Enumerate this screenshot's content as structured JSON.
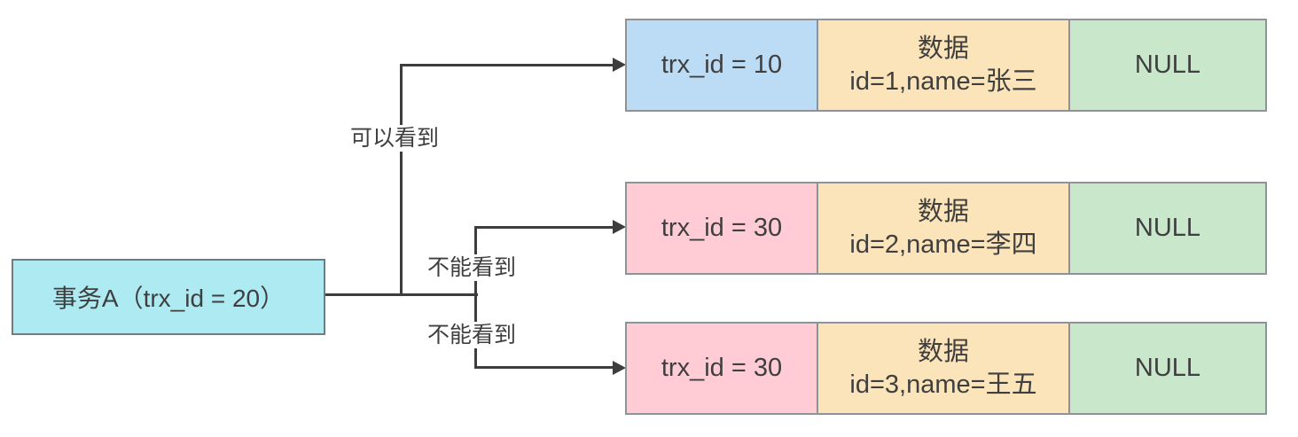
{
  "diagram": {
    "transaction": {
      "label": "事务A（trx_id = 20）",
      "fill": "#aeeaf2"
    },
    "edges": [
      {
        "label": "可以看到",
        "to_row": 1
      },
      {
        "label": "不能看到",
        "to_row": 2
      },
      {
        "label": "不能看到",
        "to_row": 3
      }
    ],
    "version_rows": [
      {
        "trx_id": "trx_id = 10",
        "data_title": "数据",
        "data_value": "id=1,name=张三",
        "roll_pointer": "NULL",
        "trx_fill": "#bcdcf5"
      },
      {
        "trx_id": "trx_id = 30",
        "data_title": "数据",
        "data_value": "id=2,name=李四",
        "roll_pointer": "NULL",
        "trx_fill": "#ffccd5"
      },
      {
        "trx_id": "trx_id = 30",
        "data_title": "数据",
        "data_value": "id=3,name=王五",
        "roll_pointer": "NULL",
        "trx_fill": "#ffccd5"
      }
    ],
    "colors": {
      "transaction_box": "#aeeaf2",
      "visible_version_cell": "#bcdcf5",
      "invisible_version_cell": "#ffccd5",
      "data_cell": "#fce4ba",
      "null_cell": "#c9e7cb",
      "connector": "#3d3d3d",
      "cell_border": "#8f9296",
      "text": "#3f3f3f"
    }
  }
}
